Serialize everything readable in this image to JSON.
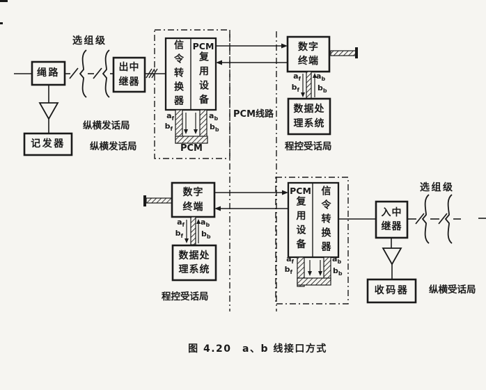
{
  "figure": {
    "caption": "图 4.20　a、b 线接口方式"
  },
  "stages": {
    "selector_top": "选组级",
    "selector_bottom": "选组级"
  },
  "offices": {
    "crossbar_originating_a": "纵横发话局",
    "crossbar_originating_b": "纵横发话局",
    "spc_receiving_top": "程控受话局",
    "spc_receiving_bottom": "程控受话局",
    "crossbar_receiving": "纵横受话局"
  },
  "links": {
    "pcm_line": "PCM线路",
    "pcm_tag": "PCM"
  },
  "boxes": {
    "cord_circuit": "绳路",
    "outgoing_trunk": "出中\n继器",
    "register": "记发器",
    "signaling_converter": "信令转换器",
    "pcm_mux_head": "PCM",
    "pcm_mux_stack": "复用设备",
    "digital_terminal": "数字\n终端",
    "data_processing": "数据处\n理系统",
    "incoming_trunk": "入中\n继器",
    "code_receiver": "收码器"
  },
  "pins": {
    "af": {
      "base": "a",
      "sub": "f"
    },
    "bf": {
      "base": "b",
      "sub": "f"
    },
    "ab": {
      "base": "a",
      "sub": "b"
    },
    "bb": {
      "base": "b",
      "sub": "b"
    }
  },
  "colors": {
    "ink": "#1a1a1a",
    "paper": "#f6f5f1"
  }
}
